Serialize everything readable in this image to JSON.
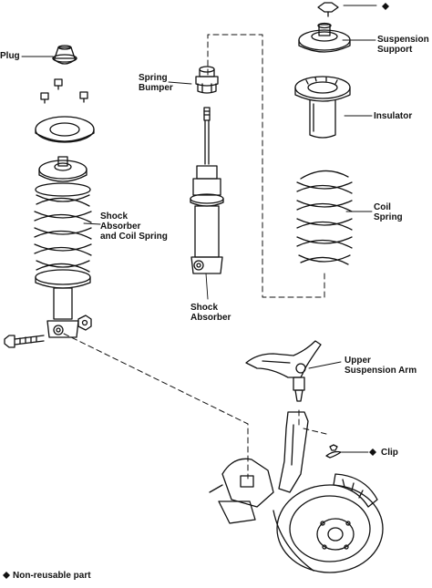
{
  "colors": {
    "ink": "#111111",
    "paper": "#ffffff"
  },
  "labels": {
    "plug": "Plug",
    "spring_bumper": [
      "Spring",
      "Bumper"
    ],
    "suspension_support": [
      "Suspension",
      "Support"
    ],
    "insulator": "Insulator",
    "coil_spring": [
      "Coil",
      "Spring"
    ],
    "shock_absorber_coil_spring": [
      "Shock",
      "Absorber",
      "and Coil Spring"
    ],
    "shock_absorber": [
      "Shock",
      "Absorber"
    ],
    "upper_suspension_arm": [
      "Upper",
      "Suspension Arm"
    ],
    "clip": "Clip",
    "legend": "Non-reusable part"
  },
  "icons": {
    "non_reusable_marker": "diamond-icon"
  }
}
